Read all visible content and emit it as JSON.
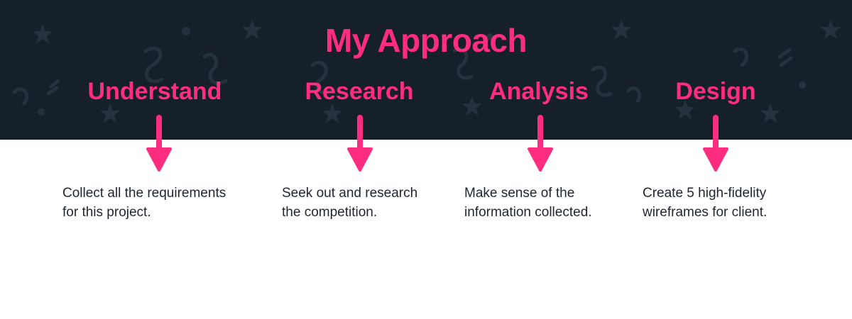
{
  "colors": {
    "accent": "#ff2d7f",
    "banner_bg": "#16202b",
    "decor": "#24313e",
    "text": "#1f2530"
  },
  "title": "My Approach",
  "steps": [
    {
      "title": "Understand",
      "line1": "Collect all the requirements",
      "line2": "for this project."
    },
    {
      "title": "Research",
      "line1": "Seek out and research",
      "line2": "the competition."
    },
    {
      "title": "Analysis",
      "line1": "Make sense of the",
      "line2": "information collected."
    },
    {
      "title": "Design",
      "line1": "Create 5 high-fidelity",
      "line2": "wireframes for client."
    }
  ],
  "icons": {
    "step_arrow": "arrow-down-icon",
    "decoration": [
      "star-icon",
      "squiggle-icon",
      "dot-icon"
    ]
  }
}
